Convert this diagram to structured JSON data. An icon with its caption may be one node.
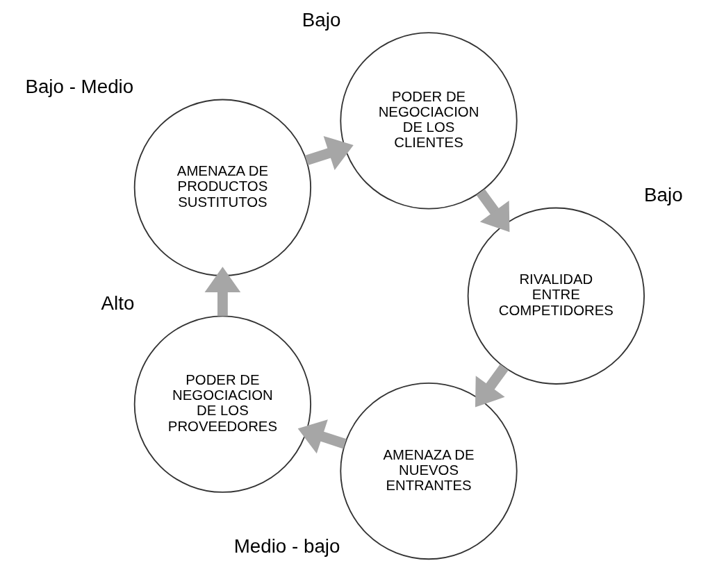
{
  "diagram": {
    "nodes": [
      {
        "text": [
          "AMENAZA DE NUEVOS ENTRANTES"
        ],
        "beside": [
          "Medio - bajo"
        ]
      },
      {
        "text": [
          "PODER DE NEGOCIACION DE LOS PROVEEDORES"
        ],
        "beside": [
          "Alto"
        ]
      },
      {
        "text": [
          "AMENAZA DE PRODUCTOS SUSTITUTOS"
        ],
        "beside": [
          "Bajo - Medio"
        ]
      },
      {
        "text": [
          "PODER DE NEGOCIACION DE LOS CLIENTES"
        ],
        "beside": [
          "Bajo"
        ]
      },
      {
        "text": [
          "RIVALIDAD ENTRE COMPETIDORES"
        ],
        "beside": [
          "Bajo"
        ]
      }
    ],
    "edges": [
      {
        "from": 0,
        "to": 1,
        "arrow": "to"
      },
      {
        "from": 1,
        "to": 2,
        "arrow": "to"
      },
      {
        "from": 2,
        "to": 3,
        "arrow": "to"
      },
      {
        "from": 3,
        "to": 4,
        "arrow": "to"
      },
      {
        "from": 4,
        "to": 0,
        "arrow": "to"
      }
    ]
  }
}
